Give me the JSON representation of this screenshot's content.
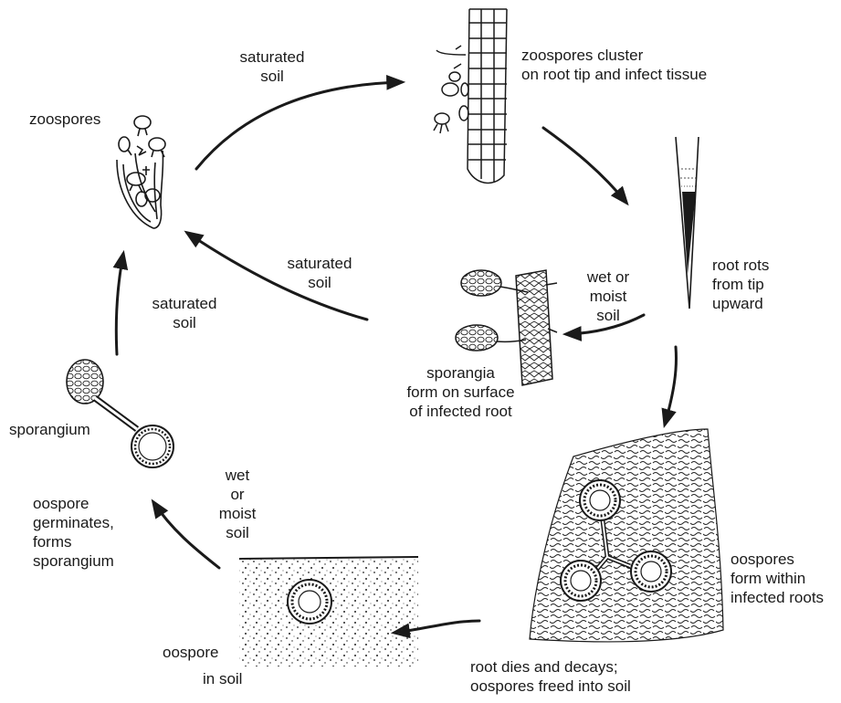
{
  "labels": {
    "zoospores": "zoospores",
    "saturated_soil_top": "saturated\nsoil",
    "zoospores_cluster": "zoospores cluster\non root tip and infect tissue",
    "root_rots": "root rots\nfrom tip\nupward",
    "wet_moist_soil_mid": "wet or\nmoist\nsoil",
    "saturated_soil_mid": "saturated\nsoil",
    "saturated_soil_left": "saturated\nsoil",
    "sporangia_form": "sporangia\nform on surface\nof infected root",
    "sporangium": "sporangium",
    "oospore_germinates": "oospore\ngerminates,\nforms\nsporangium",
    "wet_moist_soil_low": "wet\nor\nmoist\nsoil",
    "oospores_form": "oospores\nform within\ninfected roots",
    "oospore_in_soil_1": "oospore",
    "oospore_in_soil_2": "in soil",
    "root_dies": "root dies and decays;\noospores freed into soil"
  },
  "colors": {
    "ink": "#1a1a1a",
    "background": "#ffffff"
  }
}
